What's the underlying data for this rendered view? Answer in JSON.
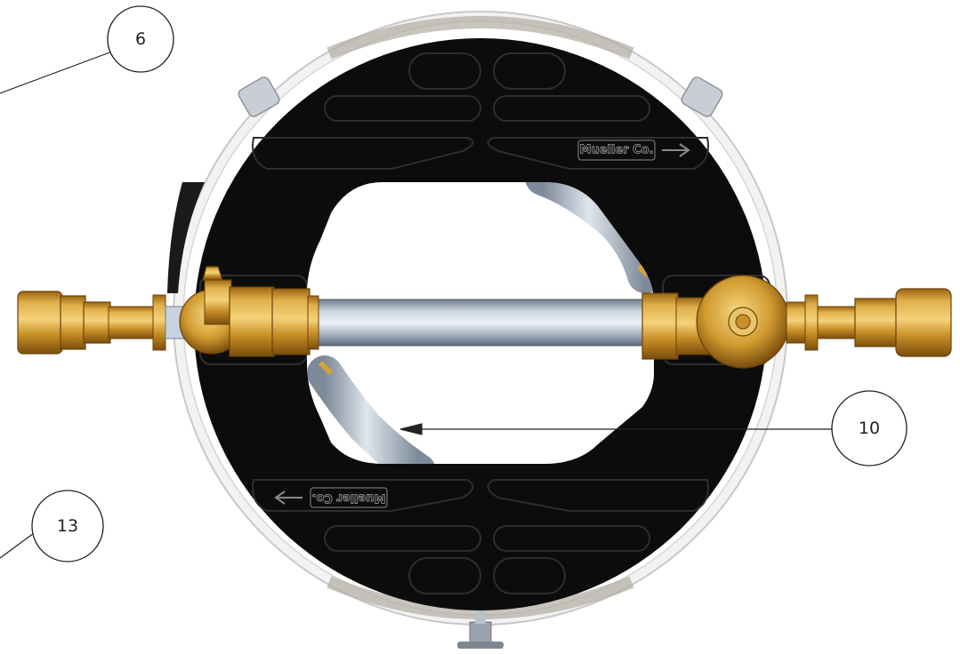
{
  "drawing": {
    "callouts": [
      {
        "id": "balloon-6",
        "label": "6"
      },
      {
        "id": "balloon-10",
        "label": "10"
      },
      {
        "id": "balloon-13",
        "label": "13"
      }
    ],
    "logo_top": "Mueller Co.",
    "logo_bottom": "Mueller Co.",
    "colors": {
      "housing_rim": "#e6e6e6",
      "lid": "#0c0c0c",
      "brass": "#d4a23a",
      "brass_dark": "#8a5a12",
      "pipe": "#a9b6c6",
      "line": "#222222"
    },
    "icons": [
      "arrow-right-icon",
      "arrow-left-icon"
    ]
  }
}
